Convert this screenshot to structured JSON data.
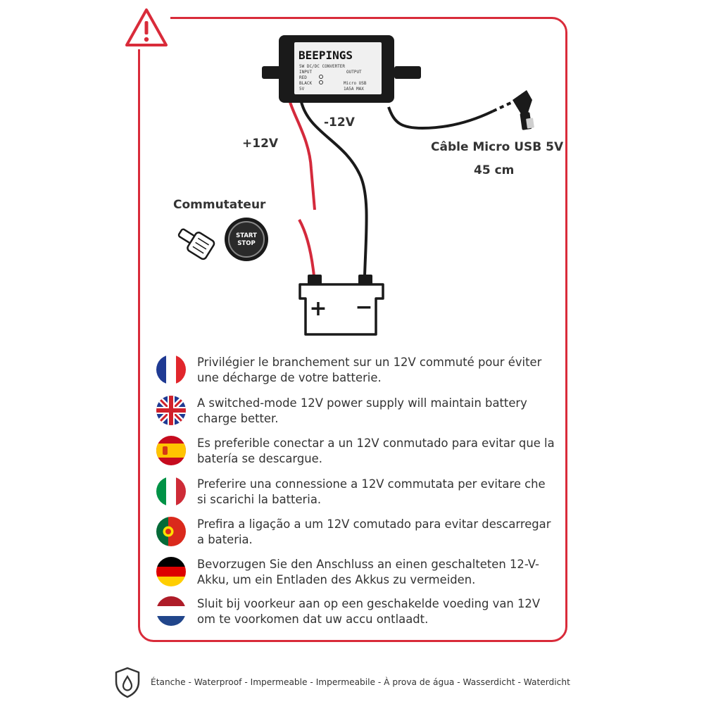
{
  "labels": {
    "device_brand": "BEEPINGS",
    "device_spec_line1": "5W DC/DC CONVERTER",
    "device_spec_line2_left": "INPUT",
    "device_spec_line2_right": "OUTPUT",
    "device_spec_line3_left": "RED",
    "device_spec_line4_left": "BLACK",
    "device_spec_line5_left": "5V",
    "device_spec_line3_right": "Micro USB",
    "device_spec_line4_right": "1A5A MAX",
    "minus_12v": "-12V",
    "plus_12v": "+12V",
    "cable": "Câble Micro USB 5V",
    "cable_length": "45 cm",
    "switch": "Commutateur",
    "start_stop_line1": "START",
    "start_stop_line2": "STOP",
    "battery_plus": "+",
    "battery_minus": "−"
  },
  "languages": [
    {
      "flag": "france-flag-icon",
      "text": "Privilégier le branchement sur un 12V commuté pour éviter une décharge de votre batterie."
    },
    {
      "flag": "uk-flag-icon",
      "text": "A switched-mode 12V power supply will maintain battery charge better."
    },
    {
      "flag": "spain-flag-icon",
      "text": "Es preferible conectar a un 12V conmutado para evitar que la batería se descargue."
    },
    {
      "flag": "italy-flag-icon",
      "text": "Preferire una connessione a 12V commutata per evitare che si scarichi la batteria."
    },
    {
      "flag": "portugal-flag-icon",
      "text": "Prefira a ligação a um 12V comutado para evitar descarregar a bateria."
    },
    {
      "flag": "germany-flag-icon",
      "text": "Bevorzugen Sie den Anschluss an einen geschalteten 12-V-Akku, um ein Entladen des Akkus zu vermeiden."
    },
    {
      "flag": "netherlands-flag-icon",
      "text": "Sluit bij voorkeur aan op een geschakelde voeding van 12V om te voorkomen dat uw accu ontlaadt."
    }
  ],
  "footer": {
    "icon": "waterproof-shield-icon",
    "text": "Étanche - Waterproof - Impermeable - Impermeabile - À prova de água - Wasserdicht - Waterdicht"
  },
  "colors": {
    "frame": "#d92b3a",
    "red_wire": "#d42a3c",
    "black_wire": "#1a1a1a"
  }
}
